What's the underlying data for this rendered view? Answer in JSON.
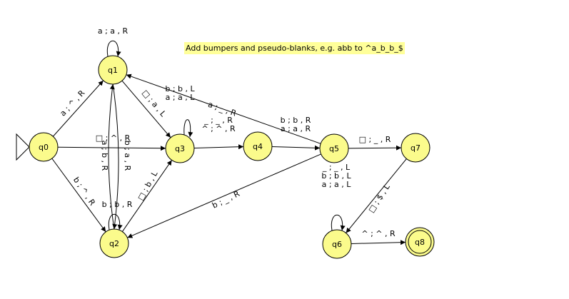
{
  "note": "Add bumpers and pseudo-blanks, e.g. abb to ^a_b_b_$",
  "states": [
    {
      "id": "q0",
      "label": "q0",
      "initial": true,
      "final": false
    },
    {
      "id": "q1",
      "label": "q1",
      "initial": false,
      "final": false
    },
    {
      "id": "q2",
      "label": "q2",
      "initial": false,
      "final": false
    },
    {
      "id": "q3",
      "label": "q3",
      "initial": false,
      "final": false
    },
    {
      "id": "q4",
      "label": "q4",
      "initial": false,
      "final": false
    },
    {
      "id": "q5",
      "label": "q5",
      "initial": false,
      "final": false
    },
    {
      "id": "q6",
      "label": "q6",
      "initial": false,
      "final": false
    },
    {
      "id": "q7",
      "label": "q7",
      "initial": false,
      "final": false
    },
    {
      "id": "q8",
      "label": "q8",
      "initial": false,
      "final": true
    }
  ],
  "transitions": [
    {
      "from": "q1",
      "to": "q1",
      "labels": [
        "a ; a , R"
      ]
    },
    {
      "from": "q0",
      "to": "q1",
      "labels": [
        "a ; ^ , R"
      ]
    },
    {
      "from": "q0",
      "to": "q3",
      "labels": [
        "□ ; ^ , R"
      ]
    },
    {
      "from": "q0",
      "to": "q2",
      "labels": [
        "b ; ^ , R"
      ]
    },
    {
      "from": "q1",
      "to": "q3",
      "labels": [
        "□ ; a , L"
      ]
    },
    {
      "from": "q1",
      "to": "q2",
      "labels": [
        "a ; b , R"
      ]
    },
    {
      "from": "q2",
      "to": "q1",
      "labels": [
        "b ; a , R"
      ]
    },
    {
      "from": "q2",
      "to": "q2",
      "labels": [
        "b ; b , R"
      ]
    },
    {
      "from": "q2",
      "to": "q3",
      "labels": [
        "□ ; b , L"
      ]
    },
    {
      "from": "q3",
      "to": "q3",
      "labels": [
        "b ; b , L",
        "a ; a , L"
      ]
    },
    {
      "from": "q3",
      "to": "q4",
      "labels": [
        "_ ; _ , R",
        "^ ; ^ , R"
      ]
    },
    {
      "from": "q4",
      "to": "q5",
      "labels": [
        "b ; b , R",
        "a ; a , R"
      ]
    },
    {
      "from": "q5",
      "to": "q1",
      "labels": [
        "a ; _ , R"
      ]
    },
    {
      "from": "q5",
      "to": "q2",
      "labels": [
        "b ; _ , R"
      ]
    },
    {
      "from": "q5",
      "to": "q7",
      "labels": [
        "□ ; _ , R"
      ]
    },
    {
      "from": "q7",
      "to": "q6",
      "labels": [
        "□ ; $ , L"
      ]
    },
    {
      "from": "q6",
      "to": "q6",
      "labels": [
        "_ ; _ , L",
        "b ; b , L",
        "a ; a , L"
      ]
    },
    {
      "from": "q6",
      "to": "q8",
      "labels": [
        "^ ; ^ , R"
      ]
    }
  ]
}
